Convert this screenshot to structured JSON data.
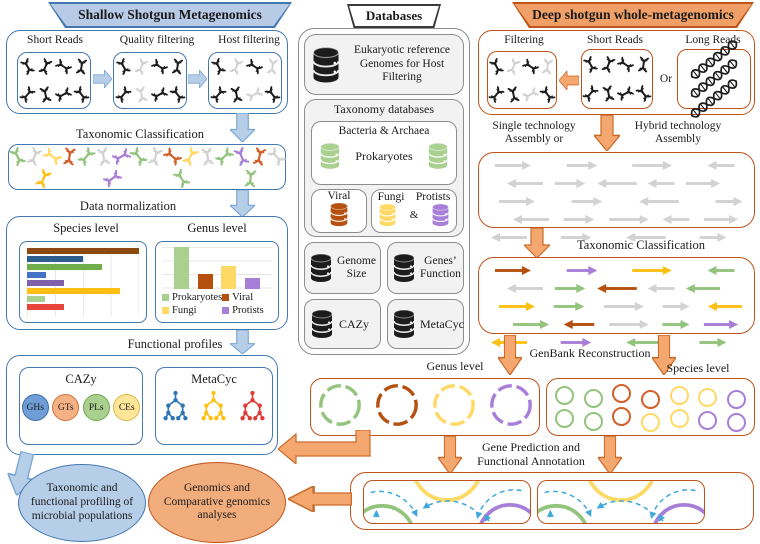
{
  "theme": {
    "blue": "#4478b0",
    "blueFill": "#b7cbe7",
    "blueArrowFill": "#b7cee9",
    "blueArrowStroke": "#78a6d4",
    "orange": "#c0531a",
    "orangeFill": "#f0a067",
    "orangeArrowFill": "#f4a870",
    "orangeArrowStroke": "#cc6c2b",
    "grayBorder": "#8d8d8d",
    "grayFill": "#f2f2f2"
  },
  "palette": {
    "black": "#1c1c1c",
    "gray": "#d2d2d2",
    "green": "#93c47d",
    "greenLight": "#a9d08e",
    "greenMid": "#6fae4b",
    "yellow": "#ffd966",
    "gold": "#fdc013",
    "purple": "#a87fd8",
    "orangeDark": "#b5500f",
    "orangeMid": "#d2602a",
    "red": "#e8463c",
    "blue": "#4472c4",
    "darkblue": "#2e5e8e",
    "brown": "#8c4a10",
    "violet": "#7e63ac",
    "treeBlue": "#2e75b6",
    "treeYellow": "#fdc013",
    "treeRed": "#e03b36",
    "annotBlue": "#3fa9dc"
  },
  "left": {
    "banner": "Shallow Shotgun Metagenomics",
    "reads_labels": [
      "Short Reads",
      "Quality filtering",
      "Host filtering"
    ],
    "taxonomic_label": "Taxonomic Classification",
    "normalization_label": "Data normalization",
    "species_label": "Species level",
    "genus_label": "Genus level",
    "functional_label": "Functional profiles",
    "cazy_title": "CAZy",
    "metacyc_title": "MetaCyc",
    "cazy_items": [
      {
        "label": "GHs",
        "fill": "#6f9ed6",
        "border": "#3d6ea8"
      },
      {
        "label": "GTs",
        "fill": "#f4b183",
        "border": "#d2703a"
      },
      {
        "label": "PLs",
        "fill": "#a9d08e",
        "border": "#6fa84f"
      },
      {
        "label": "CEs",
        "fill": "#ffe699",
        "border": "#d8b84a"
      }
    ],
    "metacyc_colors": [
      "treeBlue",
      "treeYellow",
      "treeRed"
    ]
  },
  "center": {
    "banner": "Databases",
    "eukaryotic": "Eukaryotic reference Genomes for Host Filtering",
    "taxonomy_title": "Taxonomy databases",
    "bacteria": "Bacteria & Archaea",
    "prokaryotes": "Prokaryotes",
    "viral": "Viral",
    "fungi": "Fungi",
    "amp": "&",
    "protists": "Protists",
    "genome_size": "Genome Size",
    "genes_function": "Genes’ Function",
    "cazy": "CAZy",
    "metacyc": "MetaCyc",
    "cyl": {
      "black": "black",
      "green": "greenLight",
      "viral": "orangeDark",
      "fungi": "yellow",
      "protists": "purple"
    }
  },
  "right": {
    "banner": "Deep shotgun whole-metagenomics",
    "filtering_label": "Filtering",
    "short_label": "Short Reads",
    "long_label": "Long Reads",
    "or": "Or",
    "single_label": "Single technology Assembly or",
    "hybrid_label": "Hybrid technology Assembly",
    "taxonomic_label": "Taxonomic Classification",
    "genbank_label": "GenBank Reconstruction",
    "genus_label": "Genus level",
    "species_label": "Species level",
    "gene_prediction_label": "Gene Prediction and Functional Annotation",
    "genus_circles": [
      "green",
      "orangeDark",
      "yellow",
      "purple"
    ],
    "species_rows": [
      [
        "green",
        "green",
        "orangeMid",
        "orangeMid",
        "yellow",
        "yellow",
        "purple"
      ],
      [
        "green",
        "green",
        "orangeMid",
        "yellow",
        "yellow",
        "purple",
        "purple"
      ]
    ],
    "assembly_rows": [
      [
        {
          "c": "gray",
          "d": "r"
        },
        {
          "c": "gray",
          "d": "r"
        },
        {
          "c": "gray",
          "d": "r"
        },
        {
          "c": "gray",
          "d": "l"
        }
      ],
      [
        {
          "c": "gray",
          "d": "l"
        },
        {
          "c": "gray",
          "d": "r"
        },
        {
          "c": "gray",
          "d": "l"
        },
        {
          "c": "gray",
          "d": "l"
        },
        {
          "c": "gray",
          "d": "r"
        }
      ],
      [
        {
          "c": "gray",
          "d": "r"
        },
        {
          "c": "gray",
          "d": "r"
        },
        {
          "c": "gray",
          "d": "l"
        },
        {
          "c": "gray",
          "d": "r"
        }
      ],
      [
        {
          "c": "gray",
          "d": "l"
        },
        {
          "c": "gray",
          "d": "r"
        },
        {
          "c": "gray",
          "d": "r"
        },
        {
          "c": "gray",
          "d": "l"
        },
        {
          "c": "gray",
          "d": "r"
        }
      ],
      [
        {
          "c": "gray",
          "d": "l"
        },
        {
          "c": "gray",
          "d": "r"
        },
        {
          "c": "gray",
          "d": "l"
        },
        {
          "c": "gray",
          "d": "r"
        }
      ]
    ],
    "classified_rows": [
      [
        {
          "c": "orangeDark",
          "d": "r"
        },
        {
          "c": "purple",
          "d": "r"
        },
        {
          "c": "gold",
          "d": "r"
        },
        {
          "c": "green",
          "d": "l"
        }
      ],
      [
        {
          "c": "gray",
          "d": "l"
        },
        {
          "c": "green",
          "d": "r"
        },
        {
          "c": "orangeDark",
          "d": "l"
        },
        {
          "c": "gray",
          "d": "l"
        },
        {
          "c": "green",
          "d": "l"
        }
      ],
      [
        {
          "c": "gold",
          "d": "r"
        },
        {
          "c": "green",
          "d": "r"
        },
        {
          "c": "gray",
          "d": "r"
        },
        {
          "c": "gray",
          "d": "r"
        },
        {
          "c": "gold",
          "d": "l"
        }
      ],
      [
        {
          "c": "green",
          "d": "r"
        },
        {
          "c": "orangeDark",
          "d": "l"
        },
        {
          "c": "gray",
          "d": "r"
        },
        {
          "c": "green",
          "d": "r"
        },
        {
          "c": "purple",
          "d": "r"
        }
      ],
      [
        {
          "c": "gold",
          "d": "l"
        },
        {
          "c": "purple",
          "d": "r"
        },
        {
          "c": "green",
          "d": "l"
        },
        {
          "c": "green",
          "d": "r"
        }
      ]
    ]
  },
  "ovals": {
    "taxonomic": "Taxonomic and functional profiling of microbial populations",
    "genomics": "Genomics and Comparative genomics analyses"
  },
  "dna": {
    "short_reads": [
      "black",
      "black",
      "black",
      "black",
      "black",
      "black",
      "black",
      "black"
    ],
    "quality": [
      "black",
      "gray",
      "black",
      "black",
      "black",
      "gray",
      "black",
      "black"
    ],
    "host": [
      "black",
      "gray",
      "black",
      "gray",
      "black",
      "black",
      "gray",
      "black"
    ],
    "taxo_field": [
      "green",
      "gray",
      "yellow",
      "orangeMid",
      "green",
      "gray",
      "purple",
      "green",
      "gray",
      "orangeMid",
      "yellow",
      "gray",
      "green",
      "purple",
      "orangeMid",
      "gray",
      "gold",
      "purple",
      "green",
      "green"
    ],
    "deep_filtering": [
      "black",
      "gray",
      "black",
      "gray",
      "black",
      "black",
      "gray",
      "black"
    ],
    "deep_short": [
      "black",
      "black",
      "black",
      "black",
      "black",
      "black",
      "black",
      "black"
    ],
    "long_reads": [
      "black",
      "black",
      "black"
    ]
  },
  "chart_data": [
    {
      "type": "bar",
      "orientation": "horizontal",
      "title": "Species level",
      "values": [
        100,
        50,
        67,
        17,
        33,
        83,
        16,
        33
      ],
      "colors": [
        "brown",
        "darkblue",
        "greenMid",
        "blue",
        "violet",
        "gold",
        "greenLight",
        "red"
      ],
      "xlim": [
        0,
        100
      ],
      "grid": true,
      "legend": false
    },
    {
      "type": "bar",
      "orientation": "vertical",
      "title": "Genus level",
      "categories": [
        "Prokaryotes",
        "Viral",
        "Fungi",
        "Protists"
      ],
      "values": [
        100,
        35,
        55,
        25
      ],
      "colors": [
        "greenLight",
        "orangeDark",
        "yellow",
        "purple"
      ],
      "ylim": [
        0,
        100
      ],
      "grid": true,
      "legend_position": "bottom"
    }
  ]
}
